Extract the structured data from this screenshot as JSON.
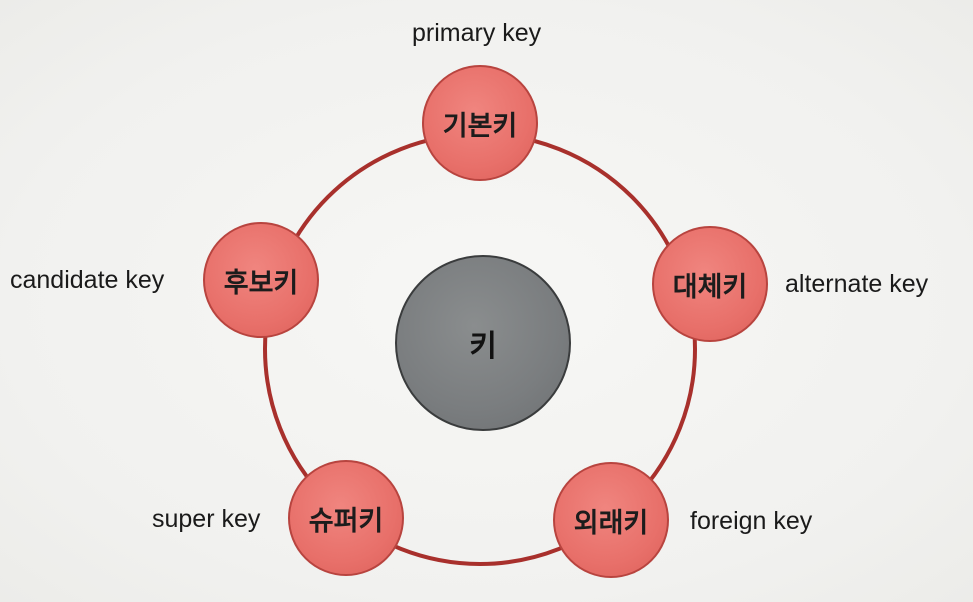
{
  "diagram": {
    "center": {
      "label": "키"
    },
    "nodes": [
      {
        "id": "primary",
        "label": "기본키",
        "caption": "primary key"
      },
      {
        "id": "alternate",
        "label": "대체키",
        "caption": "alternate key"
      },
      {
        "id": "foreign",
        "label": "외래키",
        "caption": "foreign key"
      },
      {
        "id": "super",
        "label": "슈퍼키",
        "caption": "super key"
      },
      {
        "id": "candidate",
        "label": "후보키",
        "caption": "candidate key"
      }
    ],
    "colors": {
      "node_fill": "#e8706a",
      "node_border": "#b8443f",
      "ring": "#a8302c",
      "center_fill": "#7a7d7f",
      "center_border": "#3a3c3d"
    }
  }
}
